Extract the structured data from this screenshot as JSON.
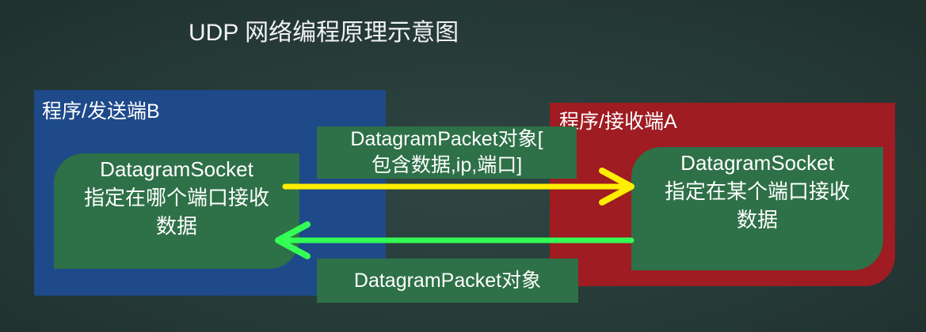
{
  "title": "UDP 网络编程原理示意图",
  "sender": {
    "label": "程序/发送端B",
    "socket_lines": [
      "DatagramSocket",
      "指定在哪个端口接收",
      "数据"
    ]
  },
  "receiver": {
    "label": "程序/接收端A",
    "socket_lines": [
      "DatagramSocket",
      "指定在某个端口接收",
      "数据"
    ]
  },
  "packet_top_lines": [
    "DatagramPacket对象[",
    "包含数据,ip,端口]"
  ],
  "packet_bottom": "DatagramPacket对象",
  "colors": {
    "background": "#263a37",
    "sender_panel": "#1e4a8a",
    "receiver_panel": "#9e1c22",
    "box_green": "#2e7047",
    "arrow_send": "#ffee00",
    "arrow_return": "#33ff55"
  }
}
